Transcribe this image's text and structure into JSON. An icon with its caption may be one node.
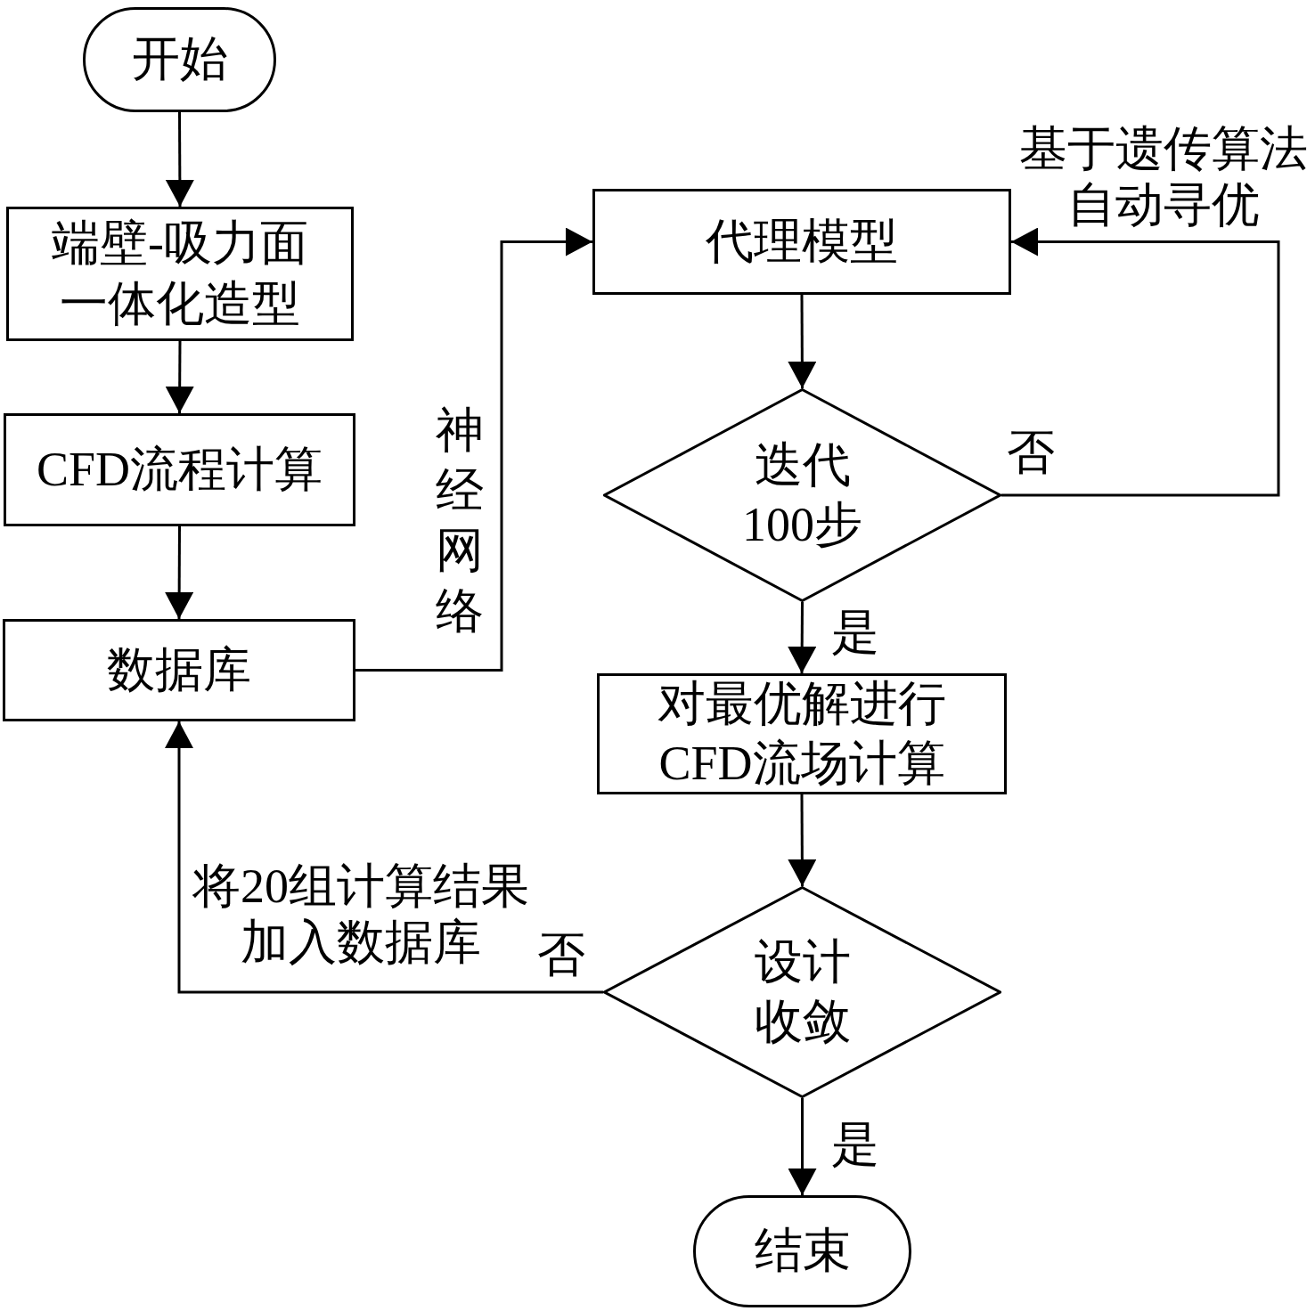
{
  "diagram": {
    "nodes": [
      {
        "text": [
          "开始"
        ]
      },
      {
        "text": [
          "端壁-吸力面一体化造型"
        ]
      },
      {
        "text": [
          "CFD流程计算"
        ]
      },
      {
        "text": [
          "数据库"
        ]
      },
      {
        "text": [
          "代理模型"
        ]
      },
      {
        "text": [
          "迭代100步"
        ]
      },
      {
        "text": [
          "对最优解进行CFD流场计算"
        ]
      },
      {
        "text": [
          "设计收敛"
        ]
      },
      {
        "text": [
          "结束"
        ]
      }
    ],
    "edges": [
      {
        "from": 0,
        "to": 1,
        "arrow": "to"
      },
      {
        "from": 1,
        "to": 2,
        "arrow": "to"
      },
      {
        "from": 2,
        "to": 3,
        "arrow": "to"
      },
      {
        "from": 3,
        "to": 4,
        "arrow": "to",
        "label": "神经网络"
      },
      {
        "from": 4,
        "to": 5,
        "arrow": "to"
      },
      {
        "from": 5,
        "to": 4,
        "arrow": "to",
        "label": "否"
      },
      {
        "from": 5,
        "to": 6,
        "arrow": "to",
        "label": "是"
      },
      {
        "from": 6,
        "to": 7,
        "arrow": "to"
      },
      {
        "from": 7,
        "to": 3,
        "arrow": "to",
        "label": "否"
      },
      {
        "from": 7,
        "to": 8,
        "arrow": "to",
        "label": "是"
      }
    ],
    "labels": [
      "基于遗传算法自动寻优",
      "将20组计算结果加入数据库"
    ]
  }
}
